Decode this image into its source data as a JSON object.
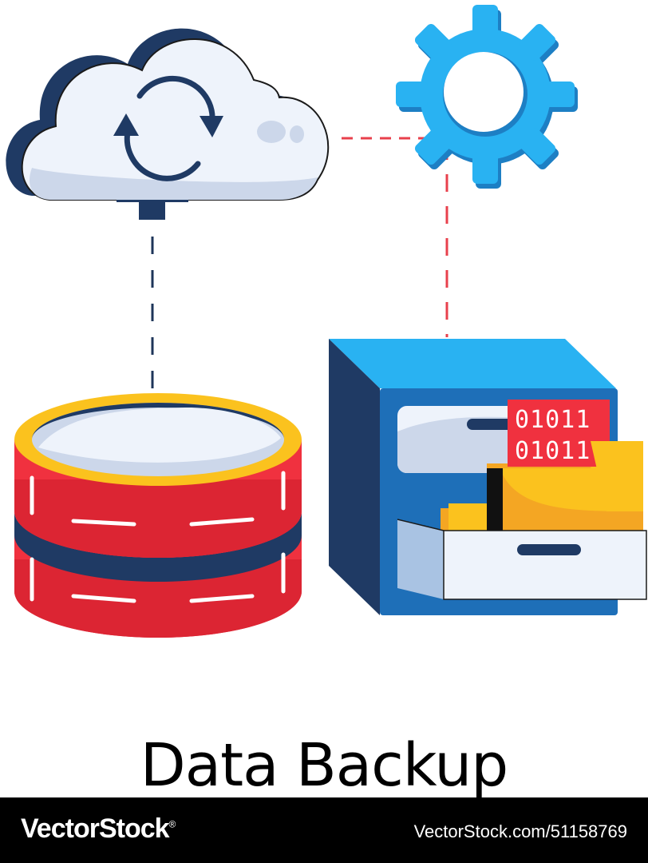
{
  "title": "Data Backup",
  "footer": {
    "brand": "VectorStock",
    "brand_mark": "®",
    "credit": "VectorStock.com/51158769"
  },
  "folder": {
    "binary_line_1": "01011",
    "binary_line_2": "01011"
  },
  "icons": [
    "cloud-sync-icon",
    "gear-icon",
    "database-icon",
    "file-cabinet-icon",
    "folder-icon"
  ],
  "colors": {
    "red": "#f0313f",
    "blue": "#29b2f2",
    "navy": "#1f3a64",
    "yellow": "#fbc21e",
    "cloud": "#eef3fb",
    "connector_red": "#e8404c",
    "connector_navy": "#1e3559"
  }
}
